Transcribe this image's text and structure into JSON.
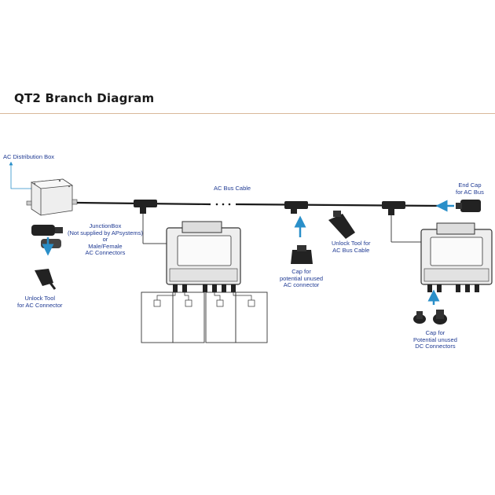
{
  "title": "QT2 Branch Diagram",
  "labels": {
    "ac_distribution_box": "AC Distribution Box",
    "ac_bus_cable": "AC Bus Cable",
    "end_cap_line1": "End Cap",
    "end_cap_line2": "for AC Bus",
    "junction_box": "JunctionBox",
    "junction_note": "(Not supplied by APsystems)",
    "junction_or": "or",
    "junction_connectors_line1": "Male/Female",
    "junction_connectors_line2": "AC Connectors",
    "unlock_ac_line1": "Unlock Tool",
    "unlock_ac_line2": "for AC Connector",
    "cap_ac_line1": "Cap for",
    "cap_ac_line2": "potential unused",
    "cap_ac_line3": "AC connector",
    "unlock_bus_line1": "Unlock Tool for",
    "unlock_bus_line2": "AC Bus Cable",
    "cap_dc_line1": "Cap for",
    "cap_dc_line2": "Potential unused",
    "cap_dc_line3": "DC Connectors"
  },
  "colors": {
    "label_text": "#1f3a93",
    "arrow": "#2a6fb5",
    "rule": "#d9b89a",
    "cable": "#1a1a1a"
  }
}
